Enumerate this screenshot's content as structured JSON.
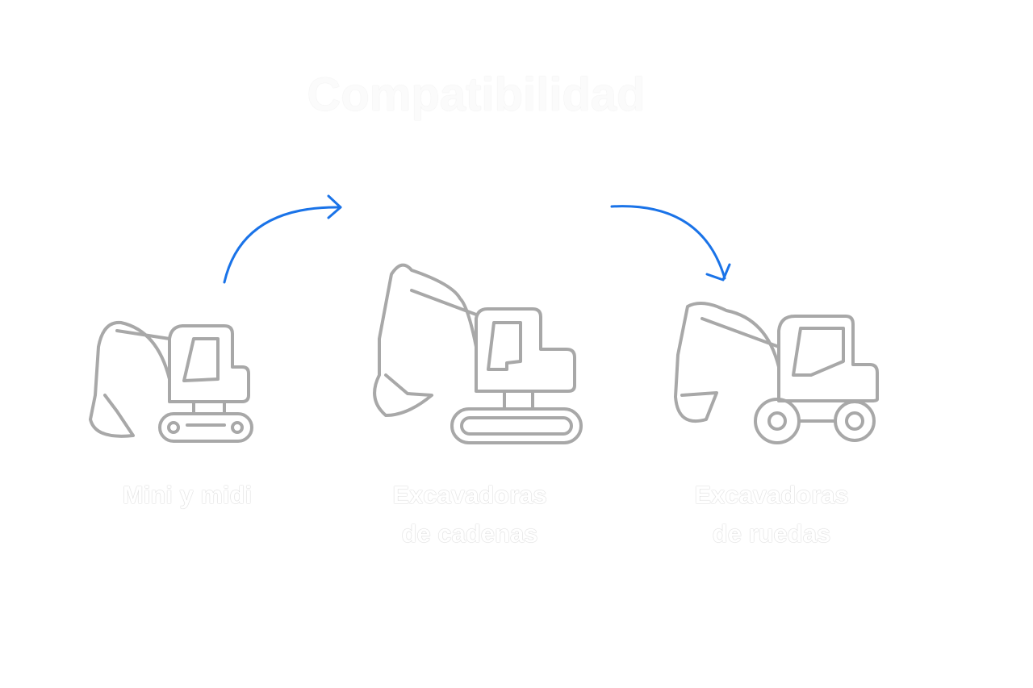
{
  "title": "Compatibilidad",
  "items": [
    {
      "label_line1": "Mini y midi",
      "label_line2": "",
      "icon": "mini-excavator-icon"
    },
    {
      "label_line1": "Excavadoras",
      "label_line2": "de cadenas",
      "icon": "crawler-excavator-icon"
    },
    {
      "label_line1": "Excavadoras",
      "label_line2": "de ruedas",
      "icon": "wheeled-excavator-icon"
    }
  ],
  "colors": {
    "arrow": "#1a73e8",
    "icon_stroke": "#a8a8a8"
  }
}
